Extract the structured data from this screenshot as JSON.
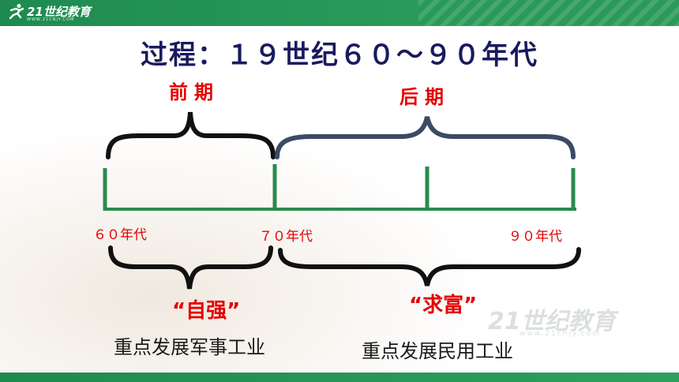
{
  "header": {
    "brand": "21世纪教育",
    "site": "WWW.21CNJY.COM"
  },
  "title": "过程：１９世纪６０～９０年代",
  "phases": {
    "early": "前期",
    "late": "后期"
  },
  "decades": {
    "d60": "６０年代",
    "d70": "７０年代",
    "d90": "９０年代"
  },
  "slogans": {
    "early": "“自强”",
    "late": "“求富”"
  },
  "focus": {
    "early": "重点发展军事工业",
    "late": "重点发展民用工业"
  },
  "watermark": {
    "brand": "21世纪教育",
    "site": "www.21cnjy.com"
  },
  "colors": {
    "header_green": "#1f8a50",
    "timeline_green": "#2a8a50",
    "title_navy": "#1a1a5e",
    "accent_red": "#e60000",
    "brace_black": "#111111",
    "brace_slate": "#3c4a63"
  }
}
